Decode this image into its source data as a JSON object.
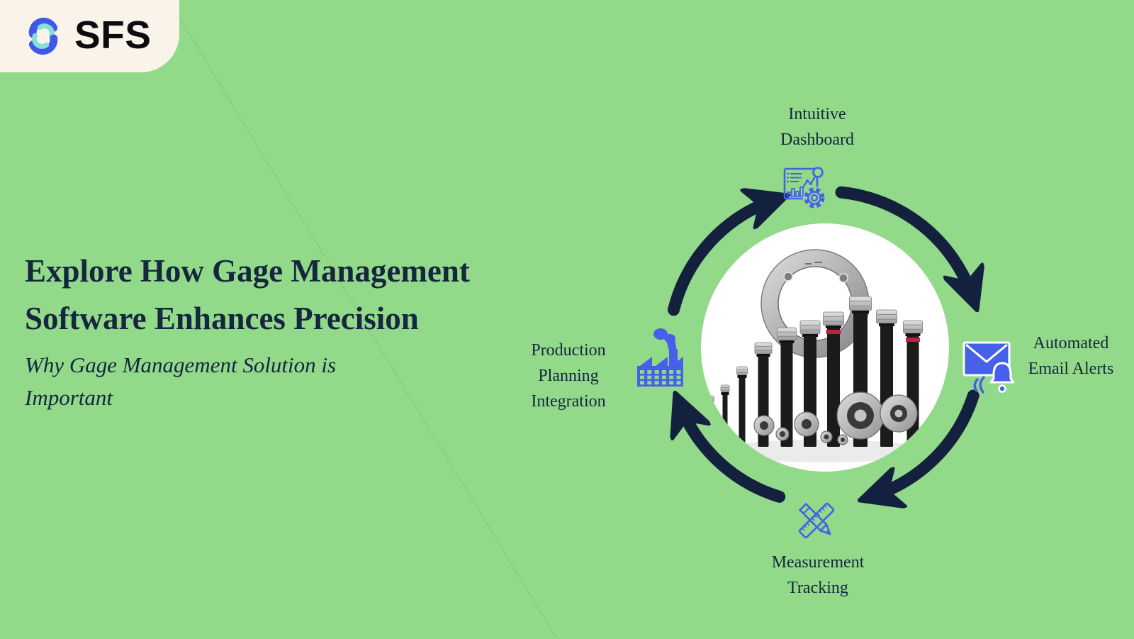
{
  "page": {
    "background_color": "#93D98A"
  },
  "logo": {
    "text": "SFS",
    "card_color": "#FAF3E9",
    "mark_blue": "#4157E8",
    "mark_teal": "#82E2D5"
  },
  "headline": {
    "color": "#15263F",
    "line1": "Explore How Gage Management",
    "line2": "Software Enhances Precision"
  },
  "subtitle": {
    "line1": "Why Gage Management Solution is",
    "line2": "Important"
  },
  "cycle": {
    "arrow_color": "#13213E",
    "icon_color": "#4660E8",
    "center_image": "gauge-calibration-tools-photo",
    "steps": [
      {
        "position": "top",
        "icon": "dashboard-icon",
        "line1": "Intuitive",
        "line2": "Dashboard"
      },
      {
        "position": "right",
        "icon": "email-bell-icon",
        "line1": "Automated",
        "line2": "Email Alerts"
      },
      {
        "position": "bottom",
        "icon": "ruler-pencil-icon",
        "line1": "Measurement",
        "line2": "Tracking"
      },
      {
        "position": "left",
        "icon": "factory-icon",
        "line1": "Production",
        "line2": "Planning",
        "line3": "Integration"
      }
    ]
  }
}
